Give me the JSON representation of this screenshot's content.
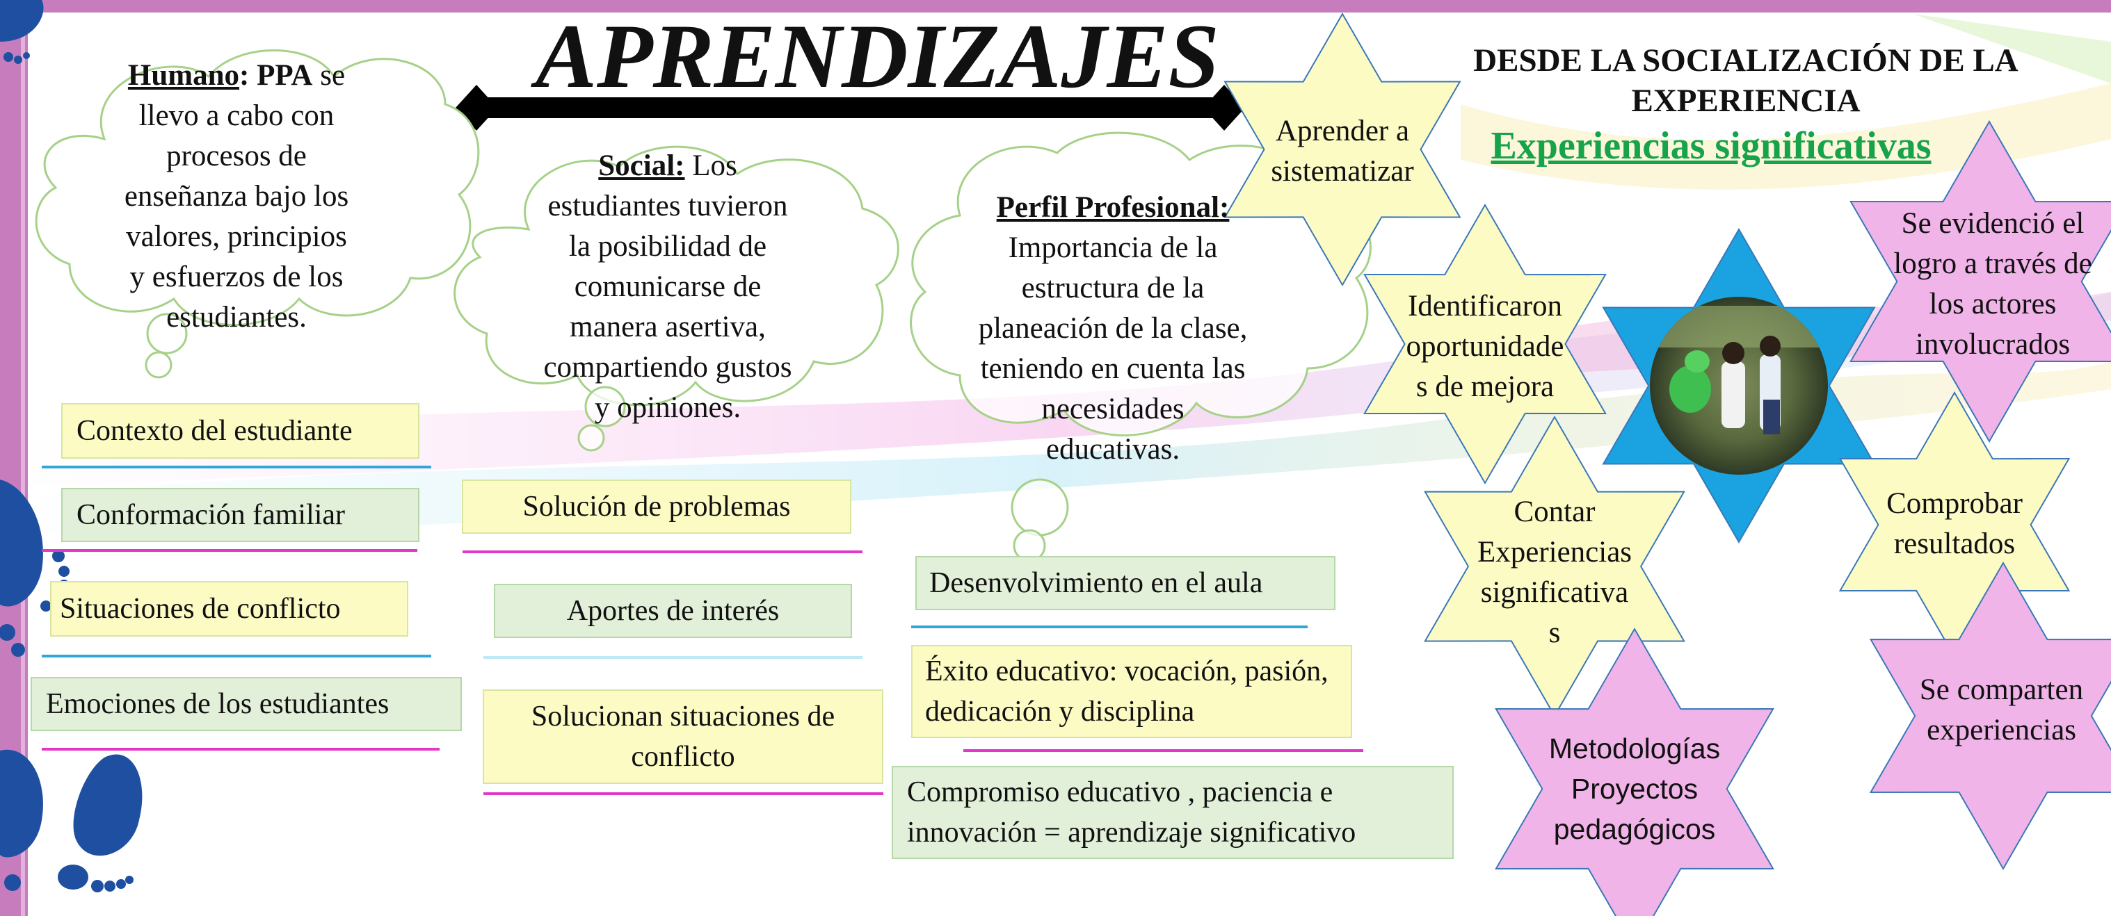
{
  "title": "APRENDIZAJES",
  "header": {
    "line1": "DESDE LA SOCIALIZACIÓN DE LA",
    "line2": "EXPERIENCIA",
    "subtitle": "Experiencias significativas"
  },
  "clouds": {
    "humano": {
      "label": "Humano",
      "colon": ":",
      "bold": " PPA",
      "l1_tail": " se",
      "l2": "llevo  a cabo con",
      "l3": "procesos de",
      "l4": "enseñanza bajo los",
      "l5": "valores, principios",
      "l6": "y esfuerzos de los",
      "l7": "estudiantes."
    },
    "social": {
      "label": "Social:",
      "l1_tail": " Los",
      "l2": "estudiantes tuvieron",
      "l3": "la posibilidad de",
      "l4": "comunicarse de",
      "l5": "manera asertiva,",
      "l6": "compartiendo gustos",
      "l7": "y opiniones."
    },
    "perfil": {
      "label": "Perfil Profesional:",
      "l2": "Importancia de la",
      "l3": "estructura de la",
      "l4": "planeación de la clase,",
      "l5": "teniendo en cuenta las",
      "l6": "necesidades",
      "l7": "educativas."
    }
  },
  "columns": {
    "col1": [
      "Contexto del estudiante",
      "Conformación familiar",
      "Situaciones de conflicto",
      "Emociones de los estudiantes"
    ],
    "col2": [
      "Solución de problemas",
      "Aportes de interés",
      "Solucionan situaciones de conflicto"
    ],
    "col3": [
      "Desenvolvimiento en el aula",
      "Éxito educativo: vocación, pasión, dedicación y disciplina",
      "Compromiso educativo , paciencia e innovación = aprendizaje significativo"
    ]
  },
  "stars": {
    "aprender": [
      "Aprender a",
      "sistematizar"
    ],
    "identificar": [
      "Identificaron",
      "oportunidade",
      "s de mejora"
    ],
    "contar": [
      "Contar",
      "Experiencias",
      "significativa",
      "s"
    ],
    "metodologias": [
      "Metodologías",
      "Proyectos",
      "pedagógicos"
    ],
    "evidencio": [
      "Se evidenció  el",
      "logro a través de",
      "los actores",
      "involucrados"
    ],
    "comprobar": [
      "Comprobar",
      "resultados"
    ],
    "comparten": [
      "Se comparten",
      "experiencias"
    ]
  },
  "colors": {
    "frame": "#c77dbd",
    "yellow_fill": "#fdfbc4",
    "green_fill": "#e2efd9",
    "pink_star": "#f0b4e8",
    "blue_star": "#1aa3e0",
    "subtitle_green": "#17a34a",
    "feet_blue": "#1f4fa0",
    "line_blue": "#2fa8d8",
    "line_magenta": "#e038c8"
  },
  "icons": [
    "footprint-icon",
    "arrow-bar-icon",
    "children-photo"
  ]
}
